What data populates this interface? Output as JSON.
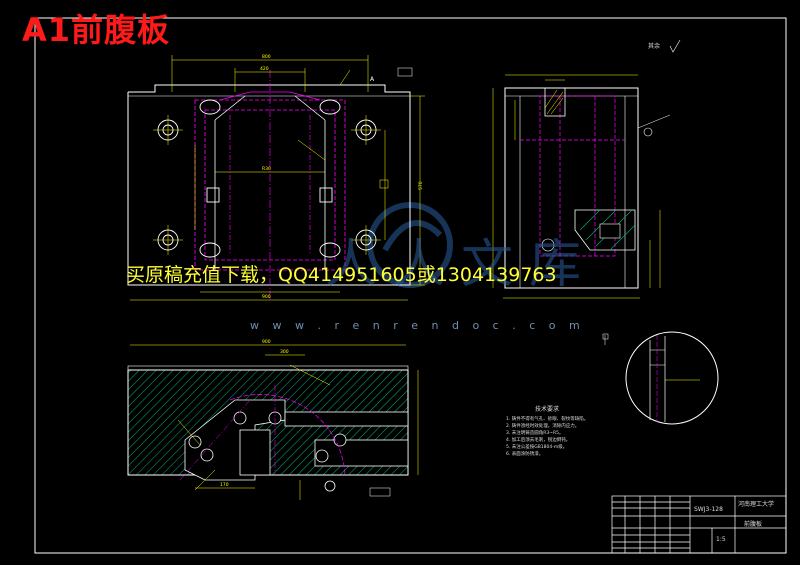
{
  "overlay_title": "A1前腹板",
  "watermark": {
    "download_text": "买原稿充值下载，QQ414951605或1304139763",
    "url": "w w w . r e n r e n d o c . c o m",
    "logo_text": "人人文库"
  },
  "drawing": {
    "roughness_label": "其余",
    "section_label": "A",
    "tech_notes_title": "技术要求",
    "tech_notes": [
      "1. 铸件不得有气孔、砂眼、裂纹等缺陷。",
      "2. 铸件须经时效处理，消除内应力。",
      "3. 未注明铸造圆角R3~R5。",
      "4. 加工后须去毛刺，锐边倒钝。",
      "5. 未注公差按GB1804-m级。",
      "6. 表面涂防锈漆。"
    ],
    "title_block": {
      "university": "河南理工大学",
      "part_name": "前腹板",
      "drawing_number": "SWJ3-128",
      "scale": "1:5"
    }
  },
  "colors": {
    "background": "#000000",
    "outline": "#ffffff",
    "centerline": "#ff00ff",
    "dimension": "#ffff00",
    "hatch": "#00b07a",
    "title": "#ff1a1a",
    "watermark": "#ffff33"
  }
}
